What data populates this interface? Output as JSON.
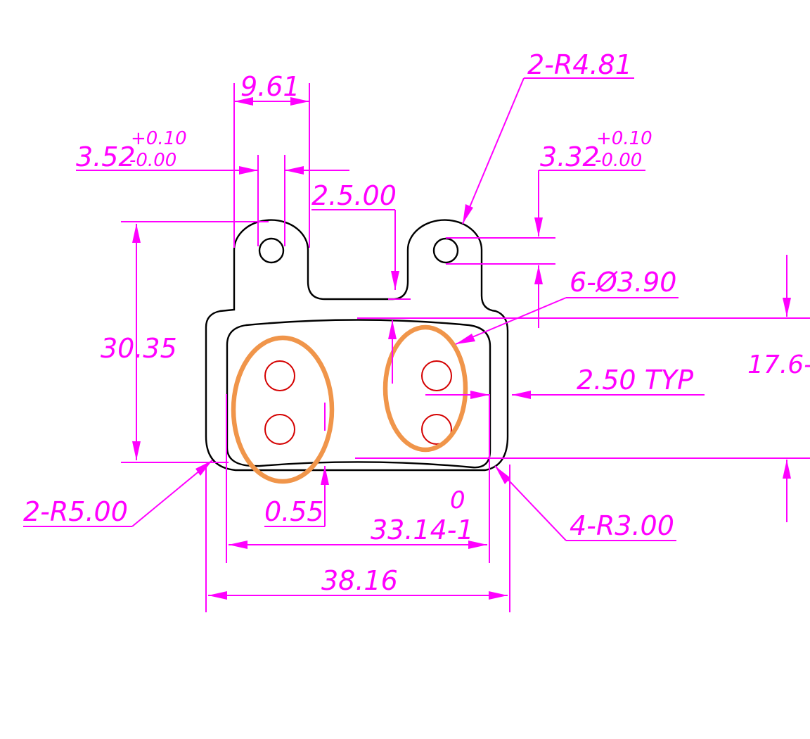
{
  "drawing": {
    "colors": {
      "dimension": "#ff00ff",
      "outline": "#000000",
      "holes": "#d40000",
      "highlight": "#f0954a"
    },
    "dimensions": {
      "slot_width": "9.61",
      "left_hole_nominal": "3.52",
      "left_hole_tol_plus": "+0.10",
      "left_hole_tol_minus": "-0.00",
      "ear_gap": "2.5.00",
      "ear_radius": "2-R4.81",
      "right_hole_nominal": "3.32",
      "right_hole_tol_plus": "+0.10",
      "right_hole_tol_minus": "-0.00",
      "pad_holes": "6-Ø3.90",
      "height": "30.35",
      "inner_height": "17.6-",
      "spacing": "2.50 TYP",
      "corner_radius": "2-R5.00",
      "edge_offset": "0.55",
      "inner_width_tol": "0",
      "inner_width": "33.14-1",
      "outer_radius": "4-R3.00",
      "overall_width": "38.16"
    }
  }
}
